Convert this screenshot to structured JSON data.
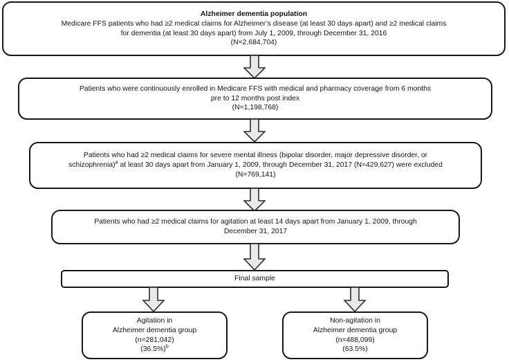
{
  "diagram": {
    "type": "patient-attrition-flowchart",
    "colors": {
      "box_border": "#161616",
      "box_fill": "#ffffff",
      "arrow_fill": "#e9e9e9",
      "arrow_stroke": "#2b2b2b",
      "text": "#141414"
    },
    "nodes": [
      {
        "id": "alzheimer-dementia-population",
        "title": "Alzheimer dementia population",
        "line1": "Medicare FFS patients who had ≥2 medical claims for Alzheimer’s disease (at least 30 days apart) and ≥2 medical claims",
        "line2": "for dementia (at least 30 days apart) from July 1, 2009, through December 31, 2016",
        "count": "(N=2,684,704)"
      },
      {
        "id": "continuously-enrolled",
        "line1": "Patients who were continuously enrolled in Medicare FFS with medical and pharmacy coverage from 6 months",
        "line2": "pre to 12 months post index",
        "count": "(N=1,198,768)"
      },
      {
        "id": "severe-mental-illness-excluded",
        "line1": "Patients who had ≥2 medical claims for severe mental illness (bipolar disorder, major depressive disorder, or",
        "line2_a": "schizophrenia)",
        "line2_sup": "a",
        "line2_b": " at least 30 days apart from January 1, 2009, through December 31, 2017 (N=429,627) were excluded",
        "count": "(N=769,141)"
      },
      {
        "id": "agitation-claims",
        "line1": "Patients who had ≥2 medical claims for agitation at least 14 days apart from January 1, 2009, through",
        "line2": "December 31, 2017"
      },
      {
        "id": "final-sample",
        "label": "Final sample"
      },
      {
        "id": "agitation-group",
        "line1": "Agitation in",
        "line2": "Alzheimer dementia group",
        "count": "(n=281,042)",
        "percent": "(36.5%)",
        "percent_sup": "b"
      },
      {
        "id": "non-agitation-group",
        "line1": "Non-agitation in",
        "line2": "Alzheimer dementia group",
        "count": "(n=488,099)",
        "percent": "(63.5%)"
      }
    ]
  }
}
